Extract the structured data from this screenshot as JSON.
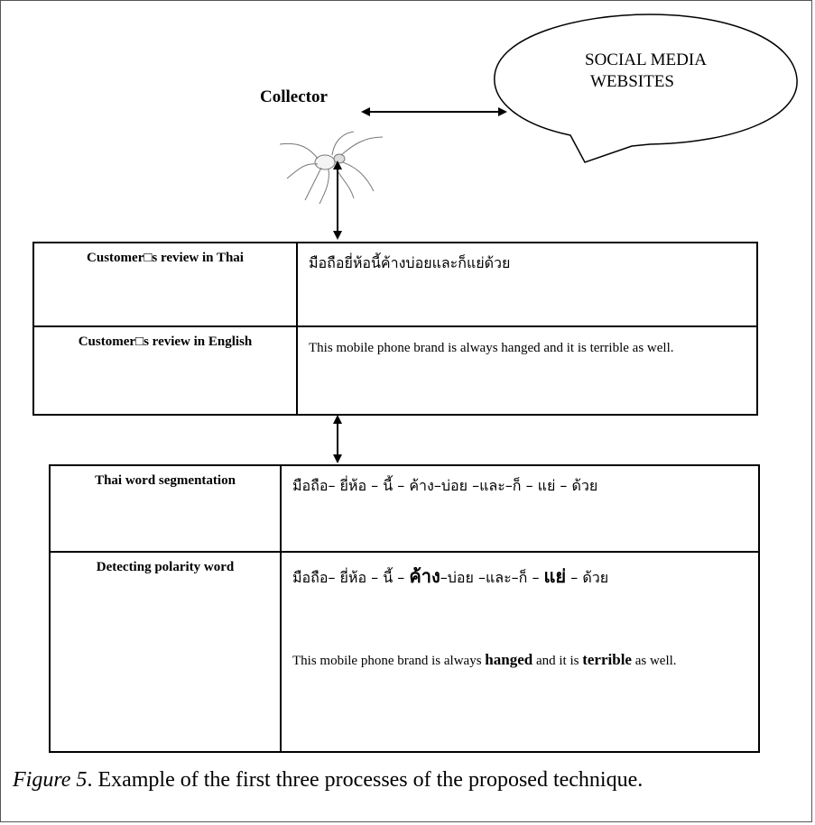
{
  "diagram": {
    "collector_label": "Collector",
    "bubble_label_line1": "SOCIAL MEDIA",
    "bubble_label_line2": "WEBSITES",
    "spider_icon": "spider-icon",
    "table1": {
      "row1_label": "Customer□s review in Thai",
      "row1_value": "มือถือยี่ห้อนี้ค้างบ่อยและก็แย่ด้วย",
      "row2_label": "Customer□s review in English",
      "row2_value": "This mobile phone brand is always hanged and it is terrible as well."
    },
    "table2": {
      "row1_label": "Thai word segmentation",
      "row1_value": "มือถือ– ยี่ห้อ – นี้ – ค้าง–บ่อย –และ–ก็ – แย่ – ด้วย",
      "row2_label": "Detecting polarity word",
      "row2_thai_part1": "มือถือ– ยี่ห้อ – นี้ – ",
      "row2_thai_bold1": "ค้าง",
      "row2_thai_part2": "–บ่อย –และ–ก็ – ",
      "row2_thai_bold2": "แย่",
      "row2_thai_part3": " – ด้วย",
      "row2_eng_part1": "This mobile phone brand is always ",
      "row2_eng_bold1": "hanged",
      "row2_eng_part2": " and it is ",
      "row2_eng_bold2": "terrible",
      "row2_eng_part3": " as well."
    }
  },
  "caption": {
    "figure_label": "Figure 5",
    "text": ". Example of the first three processes of the proposed technique."
  }
}
